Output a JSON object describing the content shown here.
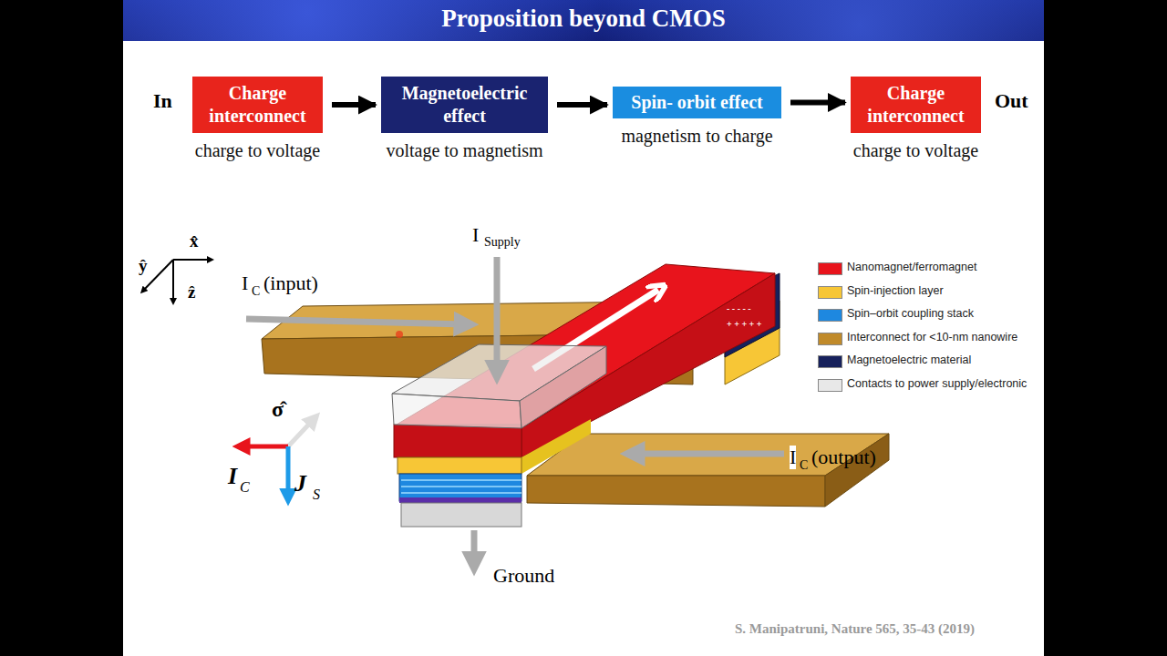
{
  "diagram": {
    "title": "Proposition beyond CMOS",
    "caption": "S. Manipatruni, Nature 565, 35-43 (2019)",
    "nodes": [
      {
        "text": [
          "Charge interconnect",
          "charge to voltage"
        ]
      },
      {
        "text": [
          "Magnetoelectric effect",
          "voltage to magnetism"
        ]
      },
      {
        "text": [
          "Spin- orbit effect",
          "magnetism to charge"
        ]
      },
      {
        "text": [
          "Charge interconnect",
          "charge to voltage"
        ]
      }
    ],
    "edges": [
      {
        "from": 0,
        "to": 1,
        "arrow": "to"
      },
      {
        "from": 1,
        "to": 2,
        "arrow": "to"
      },
      {
        "from": 2,
        "to": 3,
        "arrow": "to"
      }
    ],
    "labels": [
      "In",
      "Out",
      "I",
      "Supply",
      "I",
      "C",
      "(input)",
      "x̂",
      "ŷ",
      "ẑ",
      "σ̂",
      "I",
      "C",
      "J",
      "S",
      "I",
      "C",
      "(output)",
      "Ground",
      "- - - - -",
      "+ + + + +"
    ],
    "legend": [
      {
        "text": "Nanomagnet/ferromagnet",
        "color": "#e8141c"
      },
      {
        "text": "Spin-injection layer",
        "color": "#f7c636"
      },
      {
        "text": "Spin–orbit coupling stack",
        "color": "#1e88e0"
      },
      {
        "text": "Interconnect for <10-nm nanowire",
        "color": "#c08a2a"
      },
      {
        "text": "Magnetoelectric material",
        "color": "#17215c"
      },
      {
        "text": "Contacts to power supply/electronic",
        "color": "#e8e8e8"
      }
    ]
  }
}
